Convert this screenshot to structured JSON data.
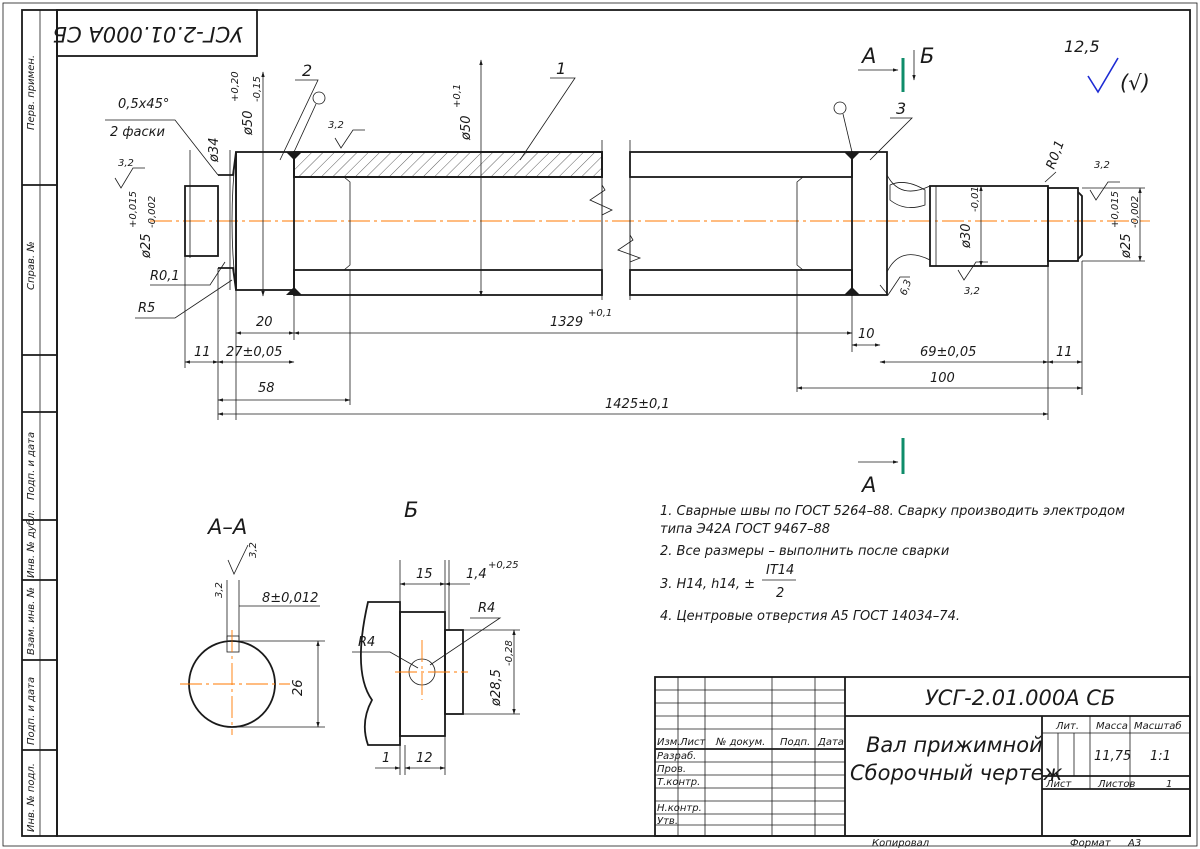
{
  "stamp_rotated": "УСГ-2.01.000А СБ",
  "side_labels": [
    "Перв. примен.",
    "Справ. №",
    "Подп. и дата",
    "Инв. № дубл.",
    "Взам. инв. №",
    "Подп. и дата",
    "Инв. № подл."
  ],
  "roughness": {
    "main": "12,5",
    "bracket": "(√)",
    "small": "3,2",
    "weld": "6,3"
  },
  "callouts": {
    "p1": "1",
    "p2": "2",
    "p3": "3"
  },
  "section_marks": {
    "a": "А",
    "b": "Б",
    "aa_title": "А–А",
    "b_title": "Б"
  },
  "dims": {
    "chamfer": "0,5x45°",
    "chamfer2": "2 фаски",
    "d34": "ø34",
    "d50a": "ø50",
    "d50a_tol_up": "+0,20",
    "d50a_tol_dn": "-0,15",
    "d50b": "ø50",
    "d50b_tol": "+0,1",
    "d25l": "ø25",
    "d25l_up": "+0,015",
    "d25l_dn": "-0,002",
    "d25r": "ø25",
    "d25r_up": "+0,015",
    "d25r_dn": "-0,002",
    "d30": "ø30",
    "d30_tol": "-0,01",
    "r01_left": "R0,1",
    "r5": "R5",
    "r01_right": "R0,1",
    "l20": "20",
    "l11a": "11",
    "l27": "27±0,05",
    "l58": "58",
    "l1329": "1329",
    "l1329_tol": "+0,1",
    "l10": "10",
    "l69": "69±0,05",
    "l11b": "11",
    "l100": "100",
    "l1425": "1425±0,1"
  },
  "section_aa": {
    "key_w": "8±0,012",
    "depth": "26",
    "rough": "3,2"
  },
  "section_b": {
    "w15": "15",
    "w14": "1,4",
    "w14_tol": "+0,25",
    "r4a": "R4",
    "r4b": "R4",
    "d28": "ø28,5",
    "d28_tol": "-0,28",
    "w1": "1",
    "w12": "12"
  },
  "notes": [
    "1. Сварные швы по ГОСТ 5264–88. Сварку производить электродом",
    "типа Э42А ГОСТ 9467–88",
    "2. Все размеры – выполнить после сварки",
    "3. H14, h14, ±",
    "4. Центровые отверстия А5 ГОСТ 14034–74."
  ],
  "note3_frac_top": "IT14",
  "note3_frac_bot": "2",
  "title_block": {
    "doc_number": "УСГ-2.01.000А СБ",
    "name_line1": "Вал прижимной",
    "name_line2": "Сборочный чертеж",
    "col_headers": [
      "Изм.",
      "Лист",
      "№ докум.",
      "Подп.",
      "Дата"
    ],
    "row_labels": [
      "Разраб.",
      "Пров.",
      "Т.контр.",
      "",
      "Н.контр.",
      "Утв."
    ],
    "lit_label": "Лит.",
    "mass_label": "Масса",
    "scale_label": "Масштаб",
    "mass": "11,75",
    "scale": "1:1",
    "sheet_label": "Лист",
    "sheets_label": "Листов",
    "sheets": "1"
  },
  "footer": {
    "copied": "Копировал",
    "format_label": "Формат",
    "format": "А3"
  }
}
